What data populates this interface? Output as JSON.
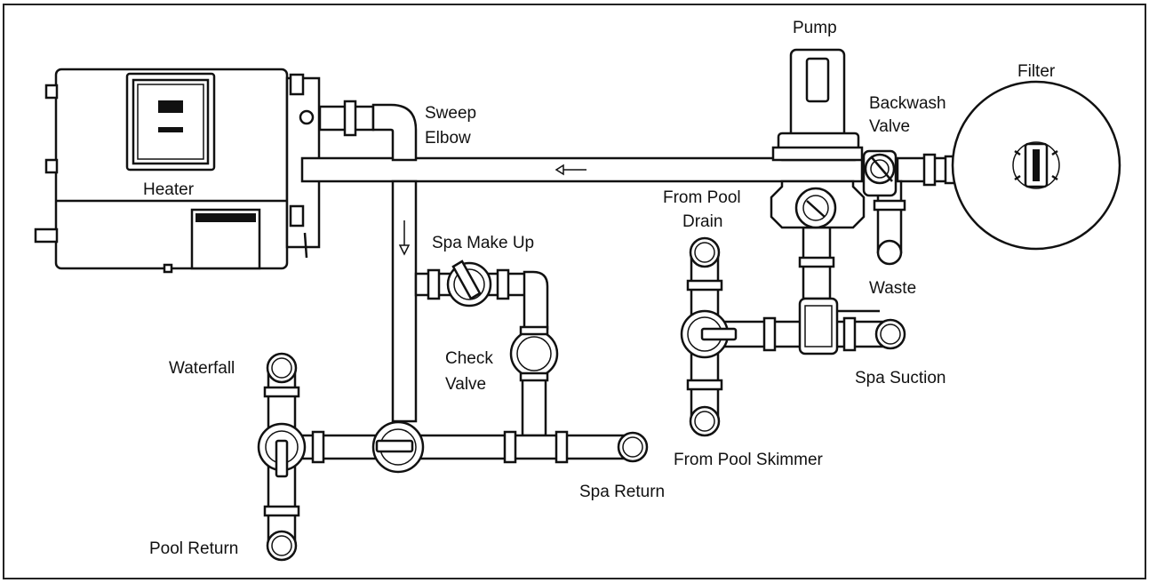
{
  "labels": {
    "pump": "Pump",
    "filter": "Filter",
    "sweep_elbow_1": "Sweep",
    "sweep_elbow_2": "Elbow",
    "backwash_valve_1": "Backwash",
    "backwash_valve_2": "Valve",
    "heater": "Heater",
    "from_pool_drain_1": "From Pool",
    "from_pool_drain_2": "Drain",
    "spa_make_up": "Spa Make Up",
    "waste": "Waste",
    "waterfall": "Waterfall",
    "check_valve_1": "Check",
    "check_valve_2": "Valve",
    "spa_suction": "Spa Suction",
    "from_pool_skimmer": "From Pool Skimmer",
    "spa_return": "Spa Return",
    "pool_return": "Pool Return"
  },
  "colors": {
    "line": "#111111",
    "background": "#ffffff"
  },
  "icons": [
    "flow-arrow-left-icon",
    "flow-arrow-down-icon"
  ]
}
